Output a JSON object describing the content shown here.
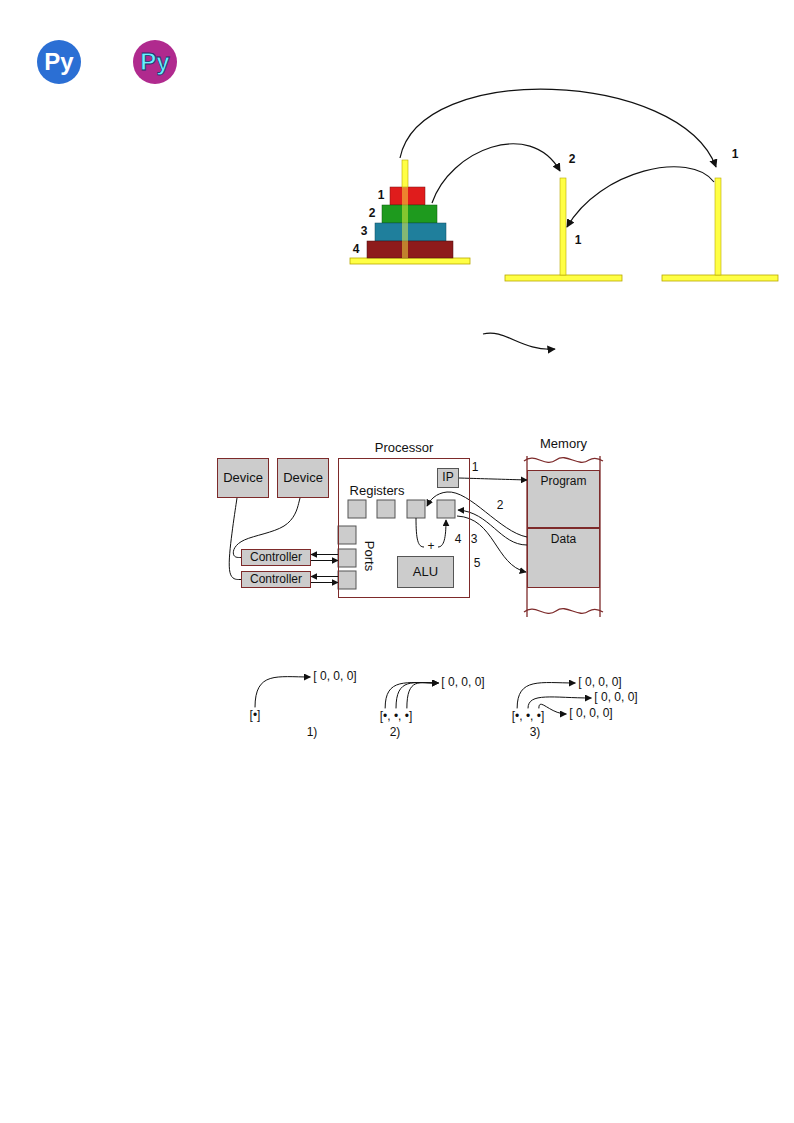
{
  "diagram": {
    "nodes": [
      {
        "text": [
          "Py"
        ]
      },
      {
        "text": [
          "Py"
        ]
      },
      {
        "text": [
          "Device"
        ]
      },
      {
        "text": [
          "Device"
        ]
      },
      {
        "text": [
          "Processor"
        ]
      },
      {
        "text": [
          "IP"
        ],
        "in": 4
      },
      {
        "text": [
          "ALU"
        ],
        "in": 4
      },
      {
        "text": [
          "Controller"
        ]
      },
      {
        "text": [
          "Controller"
        ]
      },
      {
        "text": [
          "Memory"
        ]
      },
      {
        "text": [
          "Program"
        ],
        "in": 9
      },
      {
        "text": [
          "Data"
        ],
        "in": 9
      }
    ],
    "edges": [
      {
        "from": 2,
        "to": 8,
        "arrow": "none"
      },
      {
        "from": 3,
        "to": 7,
        "arrow": "none"
      },
      {
        "from": 7,
        "to": 4,
        "arrow": "to"
      },
      {
        "from": 4,
        "to": 7,
        "arrow": "to"
      },
      {
        "from": 8,
        "to": 4,
        "arrow": "to"
      },
      {
        "from": 4,
        "to": 8,
        "arrow": "to"
      },
      {
        "from": 5,
        "to": 10,
        "arrow": "to",
        "label": "1"
      }
    ],
    "labels": [
      "1",
      "2",
      "3",
      "4",
      "2",
      "1",
      "1",
      "Registers",
      "Ports",
      "2",
      "3",
      "4",
      "5",
      "+",
      "[ 0, 0, 0]",
      "[•]",
      "1)",
      "[ 0, 0, 0]",
      "[•, •, •]",
      "2)",
      "[ 0, 0, 0]",
      "[ 0, 0, 0]",
      "[ 0, 0, 0]",
      "[•, •, •]",
      "3)"
    ]
  }
}
